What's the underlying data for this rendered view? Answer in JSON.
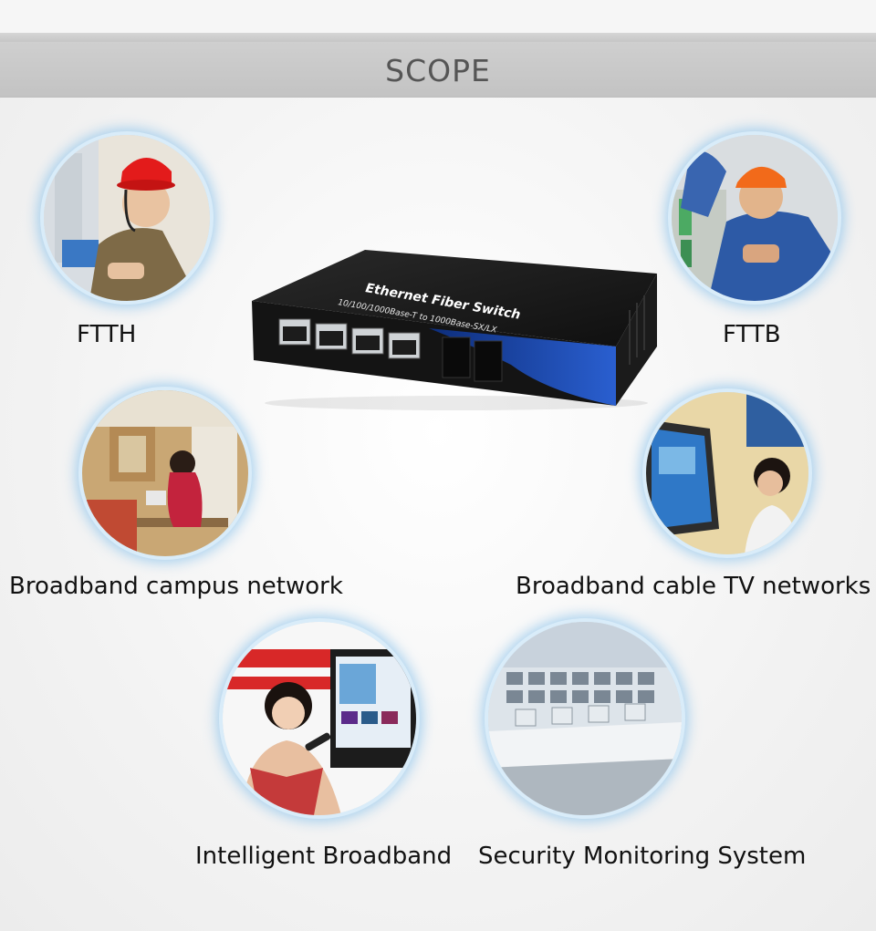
{
  "banner": {
    "title": "SCOPE"
  },
  "device": {
    "name": "Ethernet Fiber Switch",
    "spec": "10/100/1000Base-T to 1000Base-SX/LX"
  },
  "scenarios": [
    {
      "label": "FTTH",
      "icon": "worker-with-headset-photo"
    },
    {
      "label": "FTTB",
      "icon": "technician-photo"
    },
    {
      "label": "Broadband campus network",
      "icon": "student-room-photo"
    },
    {
      "label": "Broadband cable TV networks",
      "icon": "woman-tv-photo"
    },
    {
      "label": "Intelligent Broadband",
      "icon": "woman-smart-tv-photo"
    },
    {
      "label": "Security Monitoring System",
      "icon": "control-room-photo"
    }
  ]
}
